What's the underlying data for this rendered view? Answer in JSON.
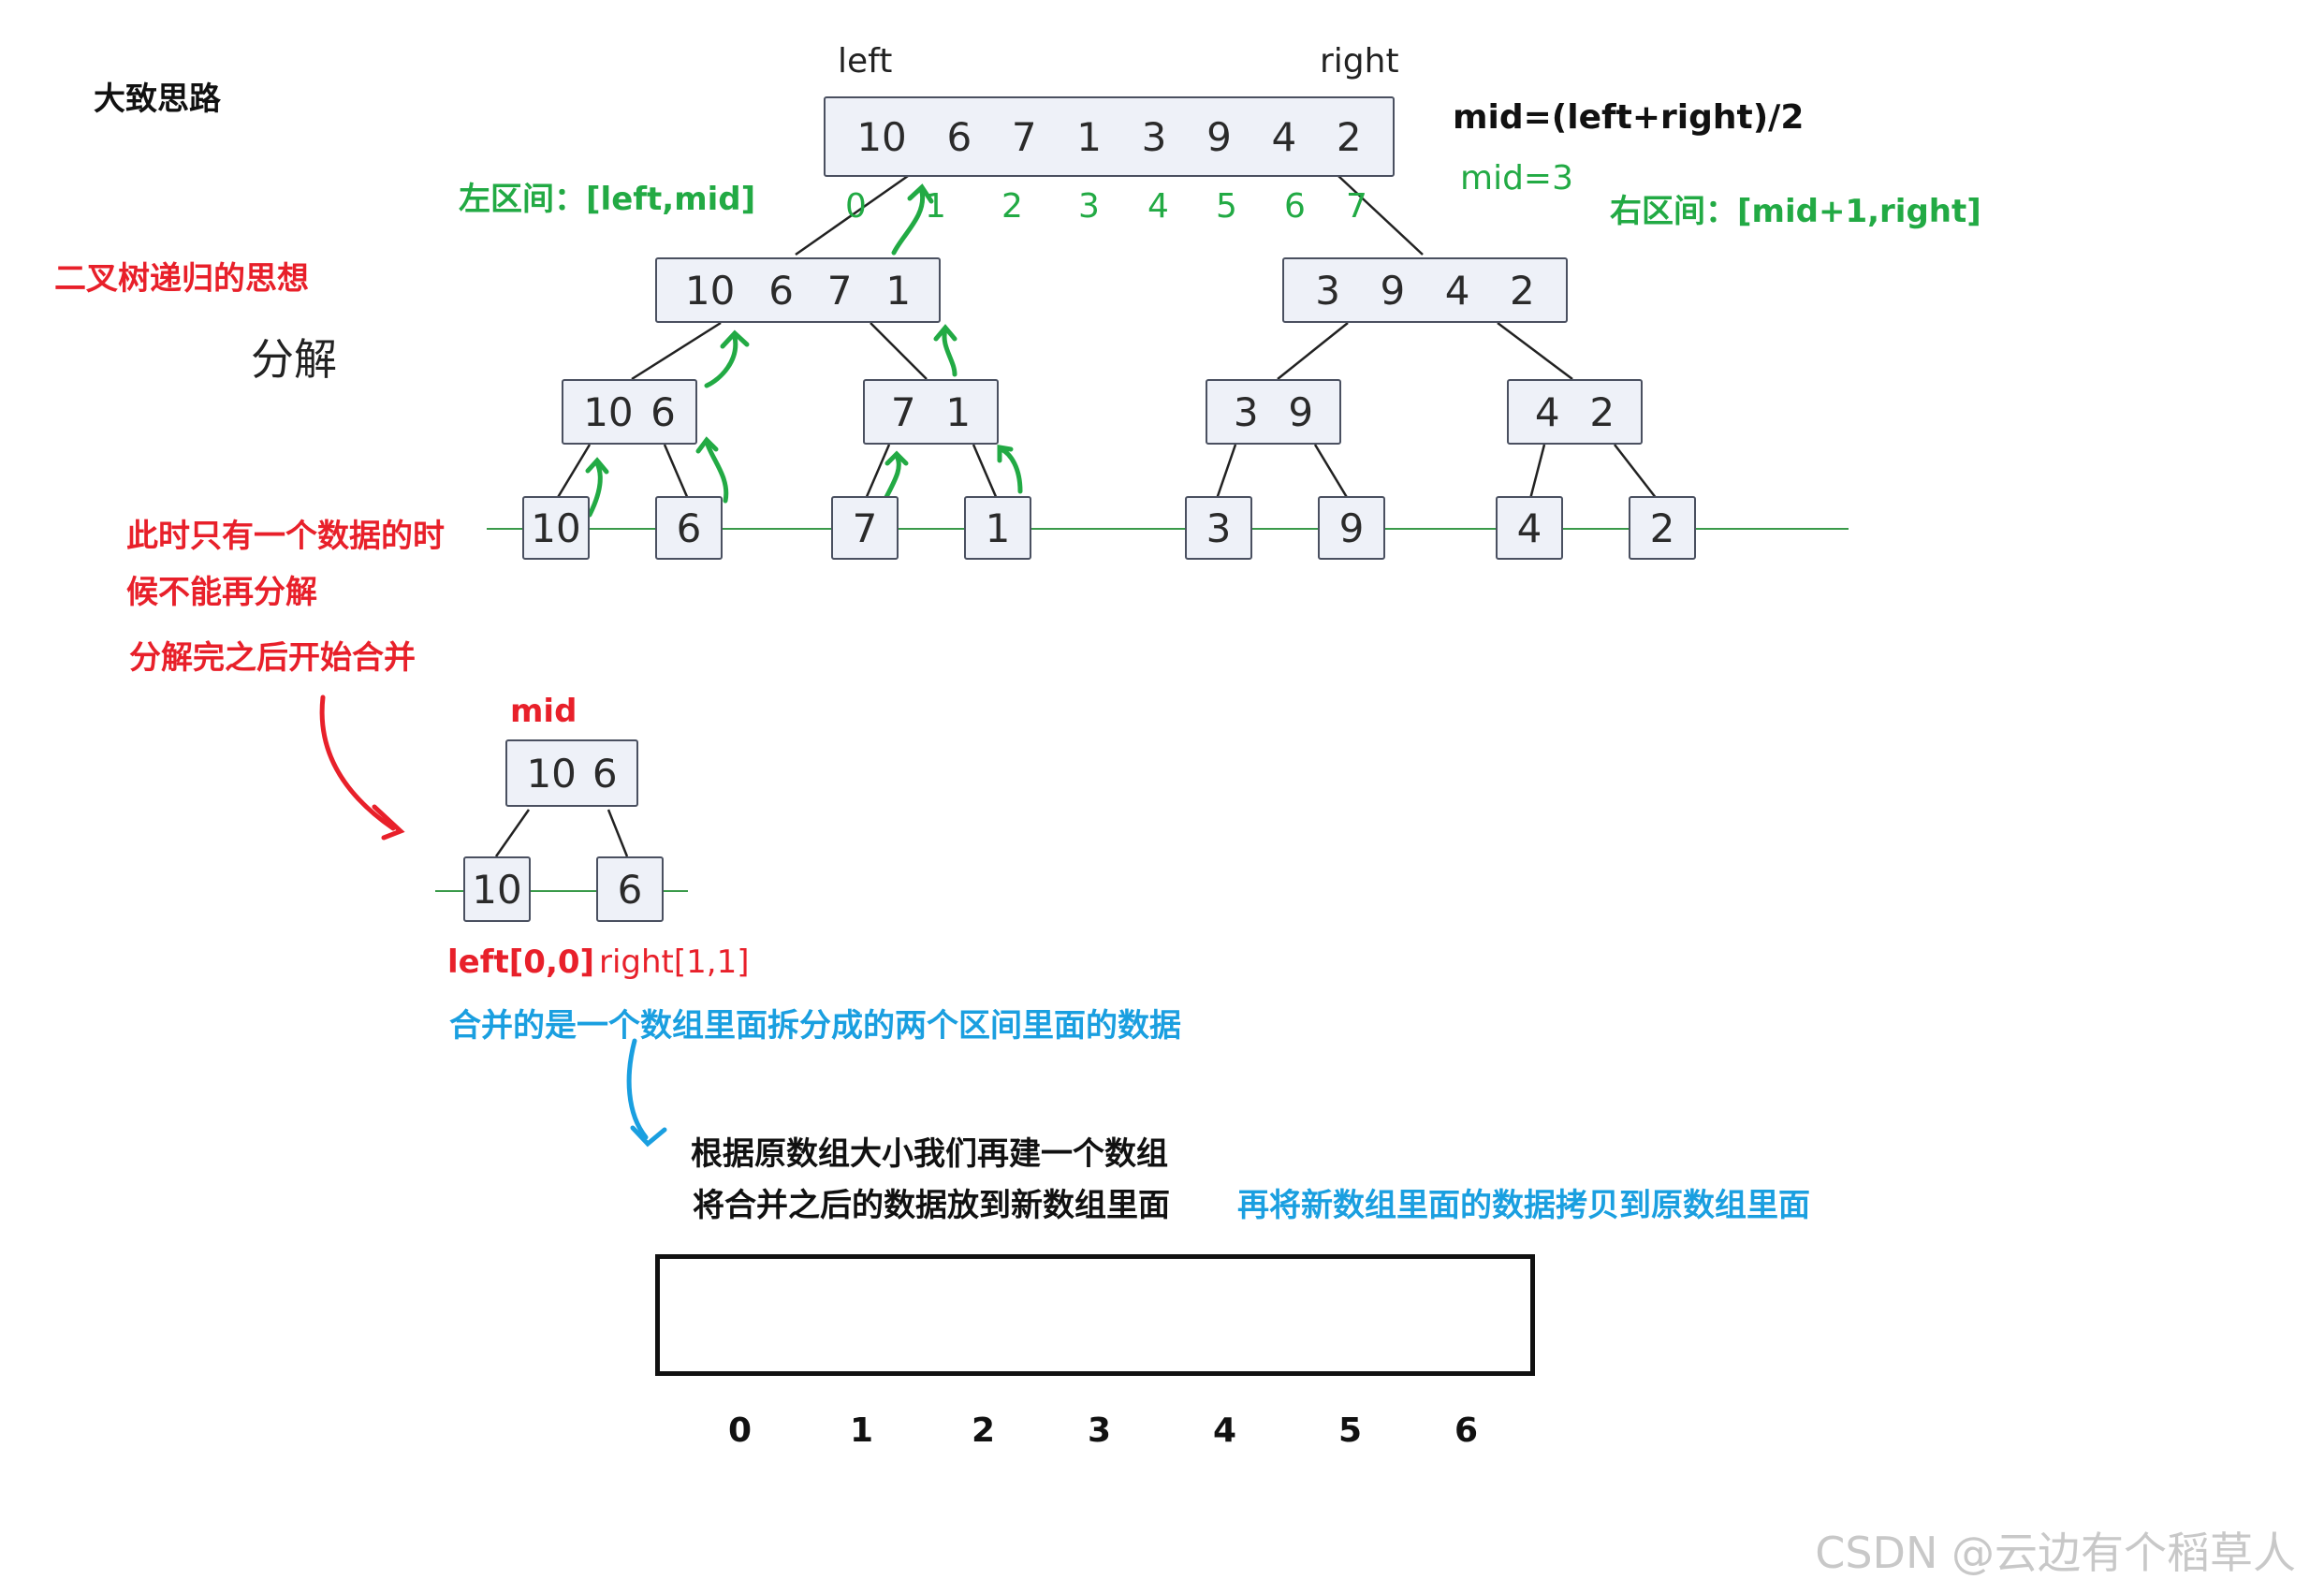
{
  "title": "大致思路",
  "top_labels": {
    "left": "left",
    "right": "right"
  },
  "formula": {
    "mid_expr": "mid=(left+right)/2",
    "mid_value": "mid=3"
  },
  "interval": {
    "left_range": "左区间：[left,mid]",
    "right_range": "右区间：[mid+1,right]"
  },
  "notes": {
    "recursion": "二叉树递归的思想",
    "decompose": "分解",
    "single_line1": "此时只有一个数据的时",
    "single_line2": "候不能再分解",
    "merge_start": "分解完之后开始合并",
    "merge_what": "合并的是一个数组里面拆分成的两个区间里面的数据",
    "new_array_line1": "根据原数组大小我们再建一个数组",
    "new_array_line2": "将合并之后的数据放到新数组里面",
    "copy_back": "再将新数组里面的数据拷贝到原数组里面"
  },
  "array": {
    "values": [
      "10",
      "6",
      "7",
      "1",
      "3",
      "9",
      "4",
      "2"
    ],
    "indices": [
      "0",
      "1",
      "2",
      "3",
      "4",
      "5",
      "6",
      "7"
    ]
  },
  "level1": {
    "left": [
      "10",
      "6",
      "7",
      "1"
    ],
    "right": [
      "3",
      "9",
      "4",
      "2"
    ]
  },
  "level2": [
    [
      "10",
      "6"
    ],
    [
      "7",
      "1"
    ],
    [
      "3",
      "9"
    ],
    [
      "4",
      "2"
    ]
  ],
  "leaves": [
    "10",
    "6",
    "7",
    "1",
    "3",
    "9",
    "4",
    "2"
  ],
  "example": {
    "mid_label": "mid",
    "parent": [
      "10",
      "6"
    ],
    "leaves": [
      "10",
      "6"
    ],
    "left_range": "left[0,0]",
    "right_range": "right[1,1]"
  },
  "new_array": {
    "indices": [
      "0",
      "1",
      "2",
      "3",
      "4",
      "5",
      "6"
    ]
  },
  "watermark": "CSDN @云边有个稻草人",
  "colors": {
    "red": "#e8202a",
    "green": "#22aa44",
    "blue": "#1a9fe0",
    "box_fill": "#eef1f8",
    "box_border": "#4a5060"
  }
}
